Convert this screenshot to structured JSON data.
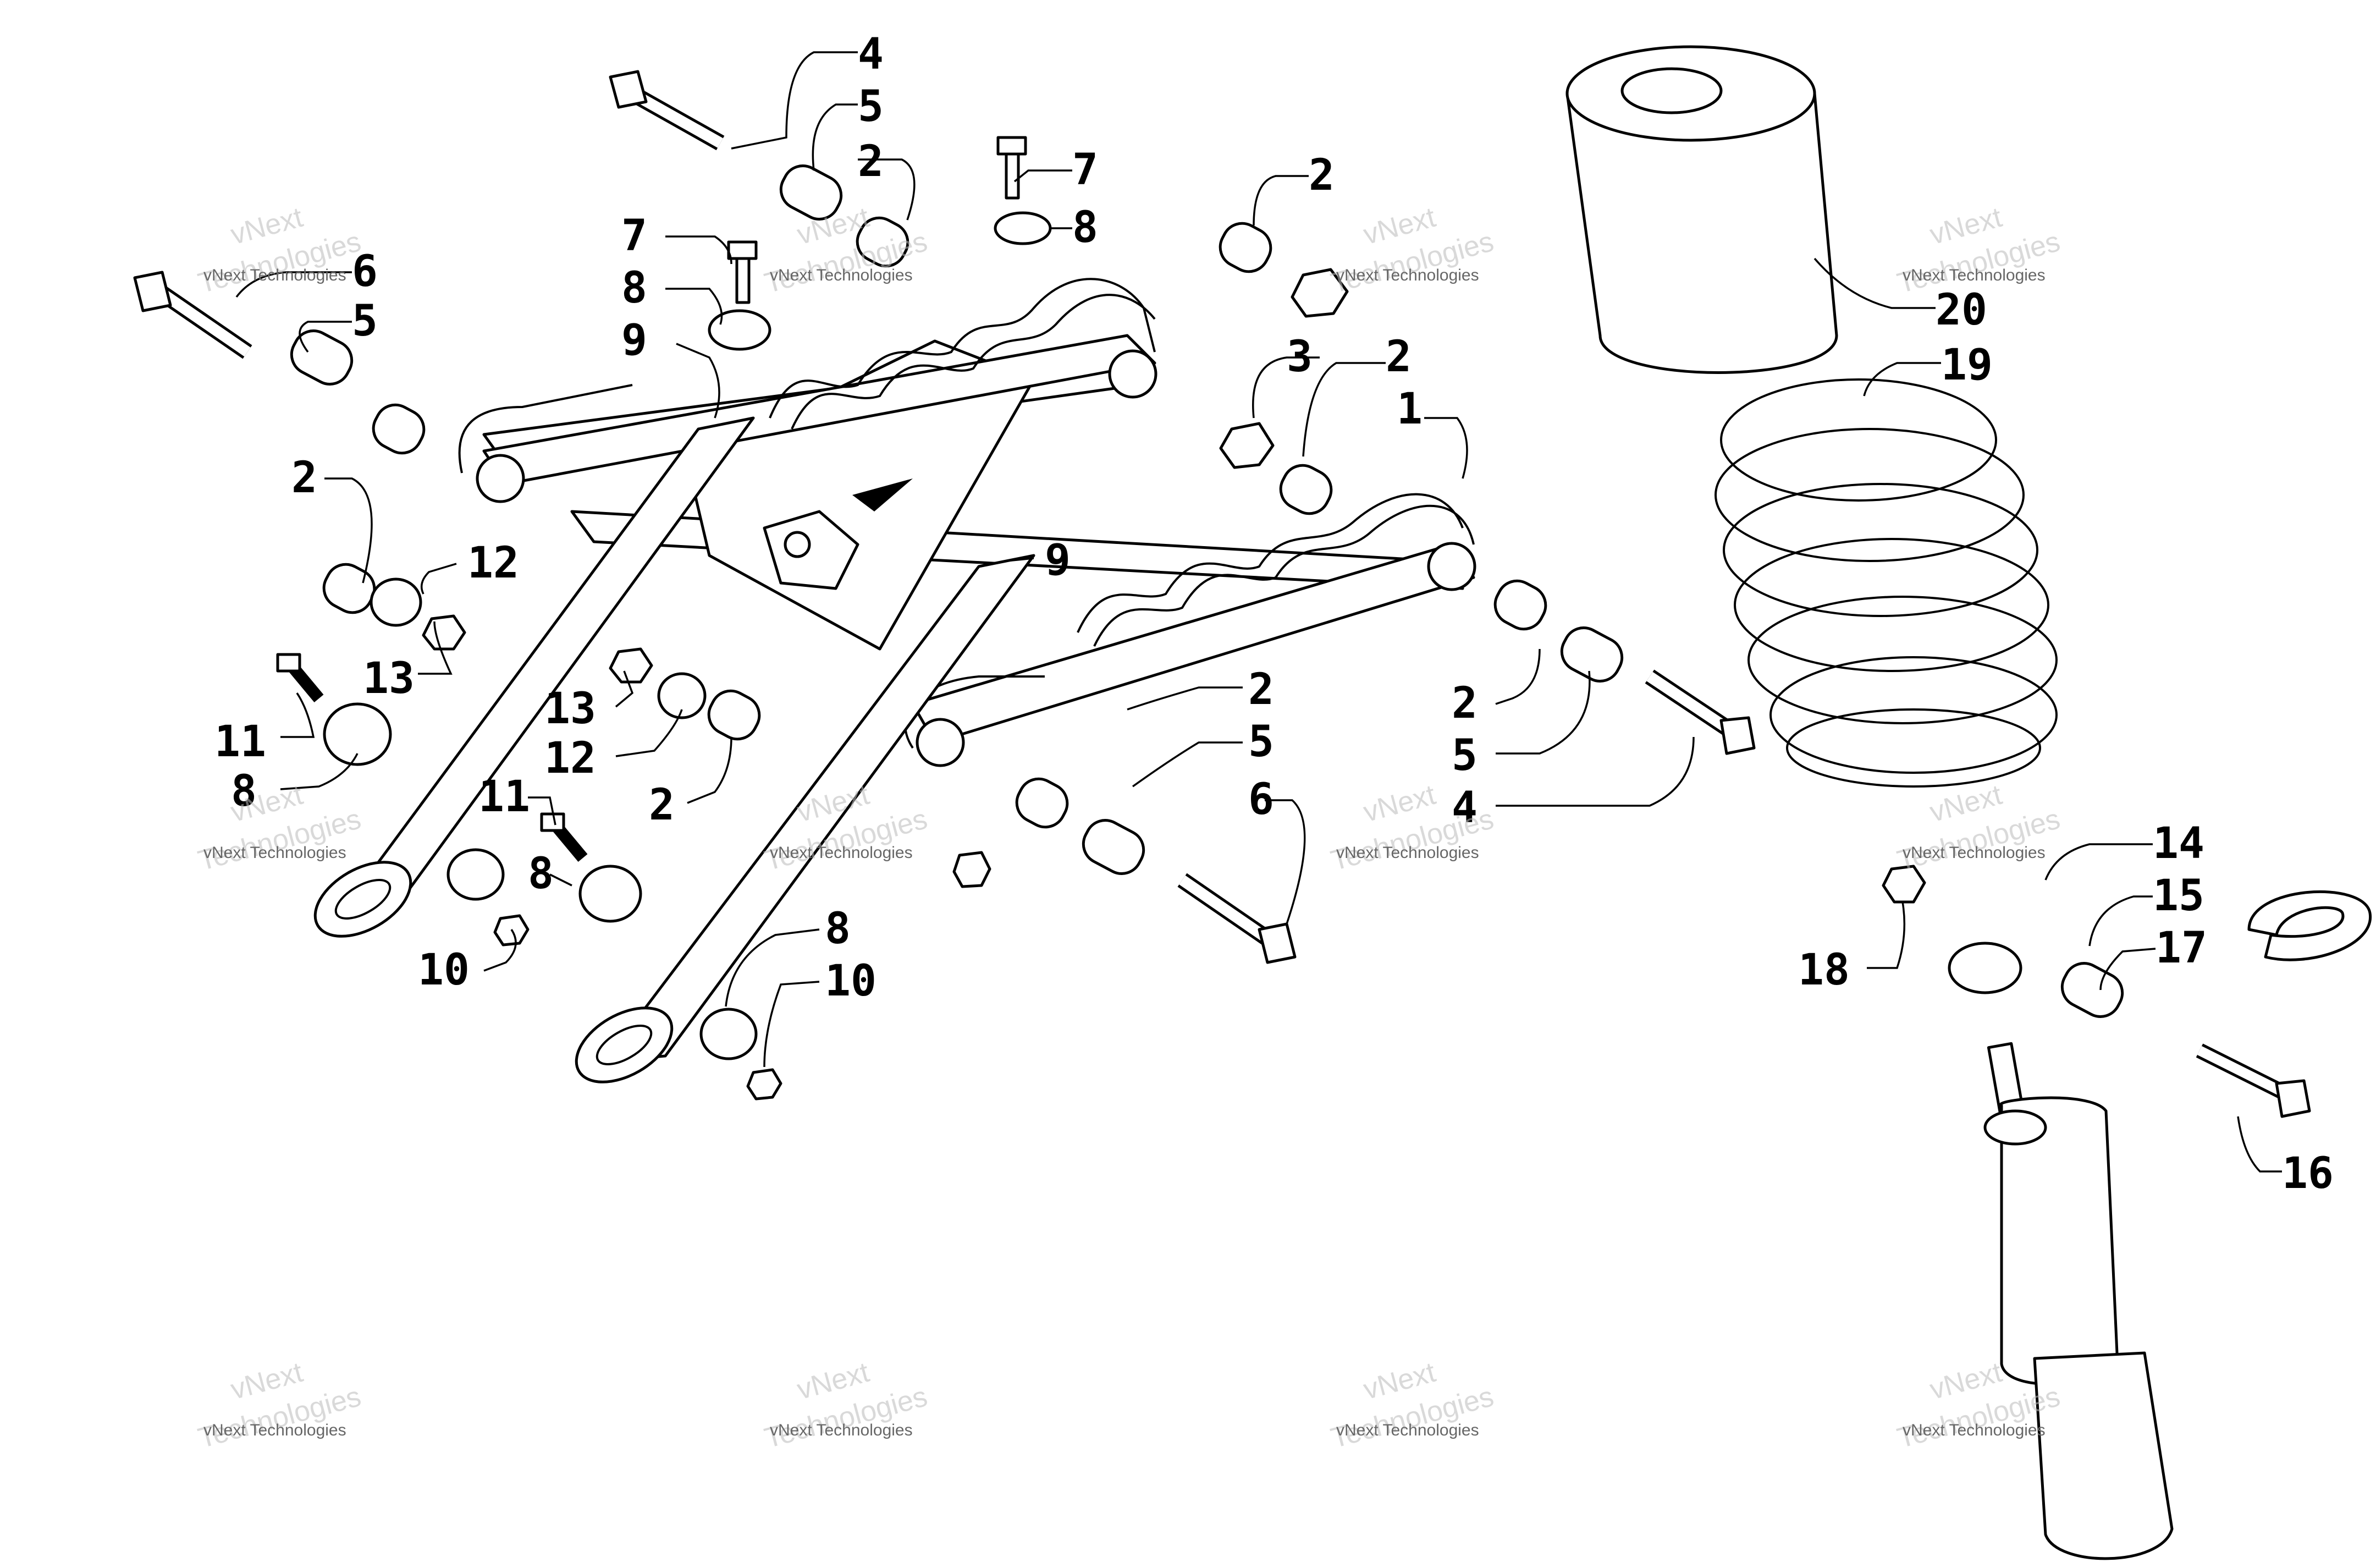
{
  "callouts": [
    {
      "id": "c4a",
      "label": "4"
    },
    {
      "id": "c5a",
      "label": "5"
    },
    {
      "id": "c2a",
      "label": "2"
    },
    {
      "id": "c7a",
      "label": "7"
    },
    {
      "id": "c8a",
      "label": "8"
    },
    {
      "id": "c2b",
      "label": "2"
    },
    {
      "id": "c20",
      "label": "20"
    },
    {
      "id": "c19",
      "label": "19"
    },
    {
      "id": "c6a",
      "label": "6"
    },
    {
      "id": "c5b",
      "label": "5"
    },
    {
      "id": "c7b",
      "label": "7"
    },
    {
      "id": "c8b",
      "label": "8"
    },
    {
      "id": "c9a",
      "label": "9"
    },
    {
      "id": "c3",
      "label": "3"
    },
    {
      "id": "c2c",
      "label": "2"
    },
    {
      "id": "c1",
      "label": "1"
    },
    {
      "id": "c2d",
      "label": "2"
    },
    {
      "id": "c12a",
      "label": "12"
    },
    {
      "id": "c9b",
      "label": "9"
    },
    {
      "id": "c13a",
      "label": "13"
    },
    {
      "id": "c11a",
      "label": "11"
    },
    {
      "id": "c8c",
      "label": "8"
    },
    {
      "id": "c13b",
      "label": "13"
    },
    {
      "id": "c12b",
      "label": "12"
    },
    {
      "id": "c2e",
      "label": "2"
    },
    {
      "id": "c2f",
      "label": "2"
    },
    {
      "id": "c5c",
      "label": "5"
    },
    {
      "id": "c6b",
      "label": "6"
    },
    {
      "id": "c2g",
      "label": "2"
    },
    {
      "id": "c5d",
      "label": "5"
    },
    {
      "id": "c4b",
      "label": "4"
    },
    {
      "id": "c11b",
      "label": "11"
    },
    {
      "id": "c8d",
      "label": "8"
    },
    {
      "id": "c10a",
      "label": "10"
    },
    {
      "id": "c8e",
      "label": "8"
    },
    {
      "id": "c10b",
      "label": "10"
    },
    {
      "id": "c14",
      "label": "14"
    },
    {
      "id": "c15",
      "label": "15"
    },
    {
      "id": "c18",
      "label": "18"
    },
    {
      "id": "c17",
      "label": "17"
    },
    {
      "id": "c16",
      "label": "16"
    }
  ],
  "watermark": {
    "line1": "vNext Technologies",
    "line2a": "vNext",
    "line2b": "Technologies"
  }
}
